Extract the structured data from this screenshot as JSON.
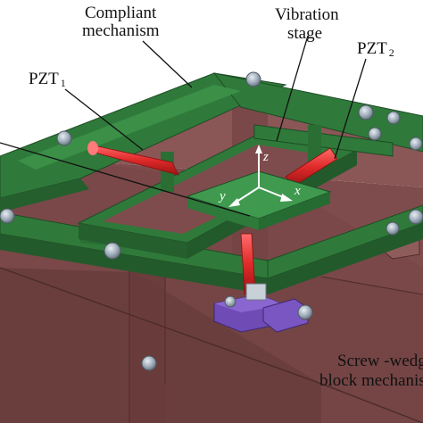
{
  "labels": {
    "compliant_line1": "Compliant",
    "compliant_line2": "mechanism",
    "vibration_line1": "Vibration",
    "vibration_line2": "stage",
    "pzt1_main": "PZT",
    "pzt1_sub": "1",
    "pzt2_main": "PZT",
    "pzt2_sub": "2",
    "screw_line1": "Screw -wedge",
    "screw_line2": "block mechanism"
  },
  "axes": {
    "x": "x",
    "y": "y",
    "z": "z"
  },
  "colors": {
    "frame_green": "#2f7a3a",
    "base_brown": "#7a4a4a",
    "piezo_red": "#e02a2a",
    "stage_green": "#3f9a4f",
    "wedge_purple": "#6e4bb5",
    "screw_gray": "#8d9aa6",
    "axis_white": "#ffffff"
  }
}
